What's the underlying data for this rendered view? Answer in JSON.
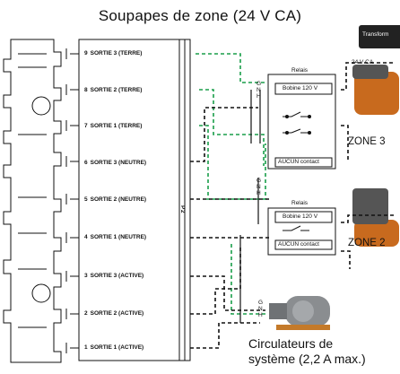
{
  "title": "Soupapes de zone (24 V CA)",
  "transformer_label": "Transform",
  "voltage_tag": "24 V CA",
  "terminal_block_tag": "P2",
  "terminals": [
    {
      "num": "9",
      "label": "SORTIE 3 (TERRE)"
    },
    {
      "num": "8",
      "label": "SORTIE 2 (TERRE)"
    },
    {
      "num": "7",
      "label": "SORTIE 1 (TERRE)"
    },
    {
      "num": "6",
      "label": "SORTIE 3 (NEUTRE)"
    },
    {
      "num": "5",
      "label": "SORTIE 2 (NEUTRE)"
    },
    {
      "num": "4",
      "label": "SORTIE 1 (NEUTRE)"
    },
    {
      "num": "3",
      "label": "SORTIE 3 (ACTIVE)"
    },
    {
      "num": "2",
      "label": "SORTIE 2 (ACTIVE)"
    },
    {
      "num": "1",
      "label": "SORTIE 1 (ACTIVE)"
    }
  ],
  "relays": [
    {
      "title": "Relais",
      "coil": "Bobine 120 V",
      "contact": "AUCUN contact",
      "zone": "ZONE 3",
      "gnh": "G N H"
    },
    {
      "title": "Relais",
      "coil": "Bobine 120 V",
      "contact": "AUCUN contact",
      "zone": "ZONE 2",
      "gnh": "G N H"
    }
  ],
  "pump_gnh": "G N H",
  "circulator_label_line1": "Circulateurs de",
  "circulator_label_line2": "système (2,2 A max.)",
  "colors": {
    "ground": "#1a9e4a",
    "wire": "#111111",
    "valve": "#c86a1e"
  }
}
